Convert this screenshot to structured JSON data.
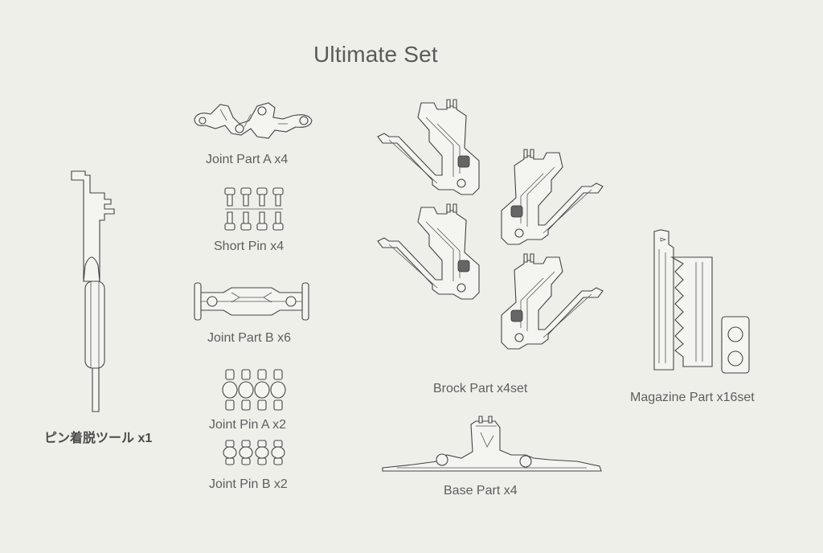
{
  "title": "Ultimate Set",
  "parts": {
    "tool": "ピン着脱ツール x1",
    "joint_a": "Joint Part A x4",
    "short_pin": "Short Pin x4",
    "joint_b": "Joint Part B x6",
    "joint_pin_a": "Joint Pin A x2",
    "joint_pin_b": "Joint Pin B x2",
    "brock": "Brock Part x4set",
    "base": "Base Part x4",
    "magazine": "Magazine Part x16set"
  }
}
